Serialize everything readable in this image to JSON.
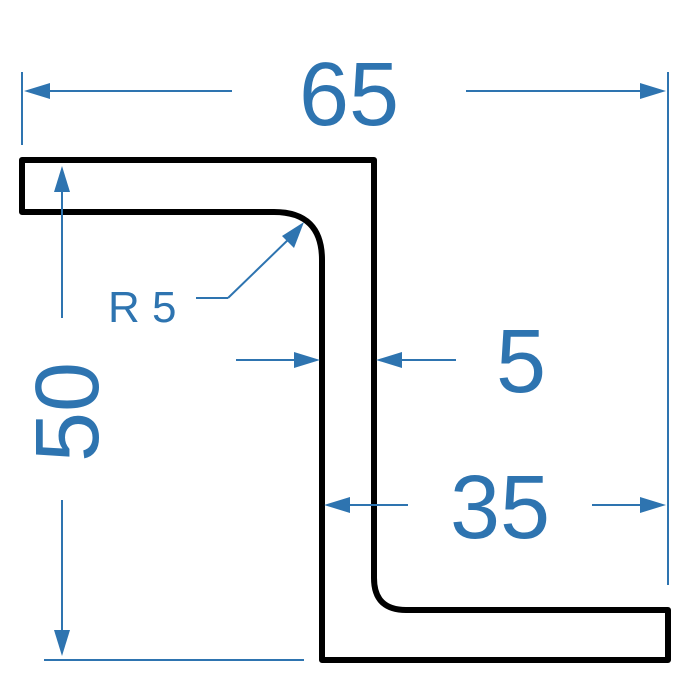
{
  "colors": {
    "dimension": "#2e74b0",
    "profile": "#000000",
    "background": "#ffffff"
  },
  "dimensions": {
    "overall_width": "65",
    "height": "50",
    "thickness": "5",
    "bottom_flange": "35",
    "radius": "R 5"
  }
}
